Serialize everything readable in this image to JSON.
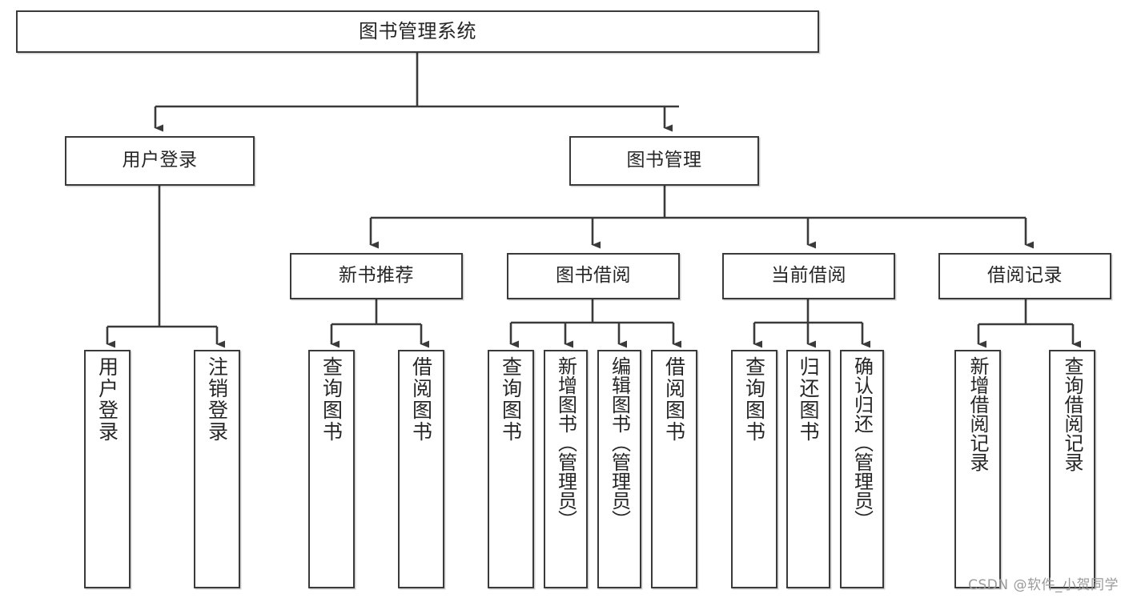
{
  "diagram": {
    "type": "tree-hierarchy-chart",
    "title": "图书管理系统",
    "line_color": "#3a3a3a",
    "box_fill": "#ffffff",
    "text_color": "#262626",
    "nodes": {
      "root": {
        "label": "图书管理系统"
      },
      "level2": [
        {
          "id": "user-login",
          "label": "用户登录"
        },
        {
          "id": "book-management",
          "label": "图书管理"
        }
      ],
      "level3": [
        {
          "id": "new-book-recommend",
          "label": "新书推荐"
        },
        {
          "id": "book-borrow",
          "label": "图书借阅"
        },
        {
          "id": "current-borrow",
          "label": "当前借阅"
        },
        {
          "id": "borrow-record",
          "label": "借阅记录"
        }
      ],
      "leaves": [
        {
          "id": "leaf-user-login",
          "label": "用户登录",
          "parent": "user-login"
        },
        {
          "id": "leaf-logout-login",
          "label": "注销登录",
          "parent": "user-login"
        },
        {
          "id": "leaf-query-book-1",
          "label": "查询图书",
          "parent": "new-book-recommend"
        },
        {
          "id": "leaf-borrow-book-1",
          "label": "借阅图书",
          "parent": "new-book-recommend"
        },
        {
          "id": "leaf-query-book-2",
          "label": "查询图书",
          "parent": "book-borrow"
        },
        {
          "id": "leaf-add-book",
          "label": "新增图书（管理员）",
          "parent": "book-borrow"
        },
        {
          "id": "leaf-edit-book",
          "label": "编辑图书（管理员）",
          "parent": "book-borrow"
        },
        {
          "id": "leaf-borrow-book-2",
          "label": "借阅图书",
          "parent": "book-borrow"
        },
        {
          "id": "leaf-query-book-3",
          "label": "查询图书",
          "parent": "current-borrow"
        },
        {
          "id": "leaf-return-book",
          "label": "归还图书",
          "parent": "current-borrow"
        },
        {
          "id": "leaf-confirm-return",
          "label": "确认归还（管理员）",
          "parent": "current-borrow"
        },
        {
          "id": "leaf-add-record",
          "label": "新增借阅记录",
          "parent": "borrow-record"
        },
        {
          "id": "leaf-query-record",
          "label": "查询借阅记录",
          "parent": "borrow-record"
        }
      ]
    }
  },
  "watermark": {
    "text": "CSDN @软件_小贺同学"
  }
}
